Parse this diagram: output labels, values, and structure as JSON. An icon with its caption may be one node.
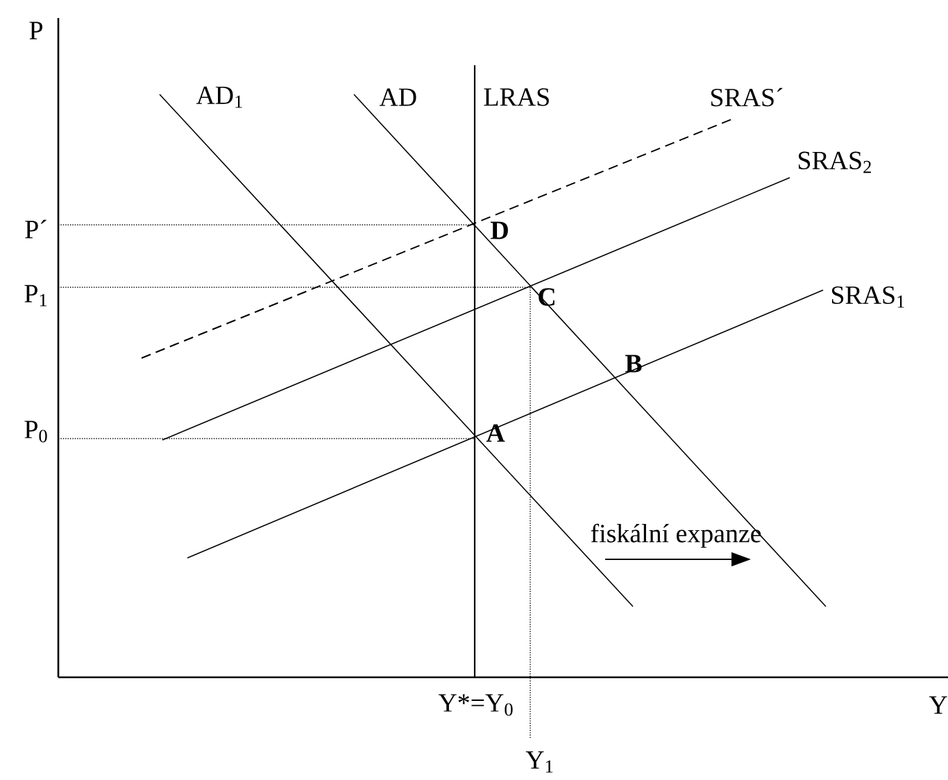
{
  "diagram": {
    "labels": [
      "P",
      "AD$_{1}$",
      "AD",
      "LRAS",
      "SRAS´",
      "SRAS$_{2}$",
      "P´",
      "D",
      "P$_{1}$",
      "C",
      "SRAS$_{1}$",
      "B",
      "P$_{0}$",
      "A",
      "fiskální expanze",
      "Y*=Y$_{0}$",
      "Y",
      "Y$_{1}$"
    ]
  }
}
